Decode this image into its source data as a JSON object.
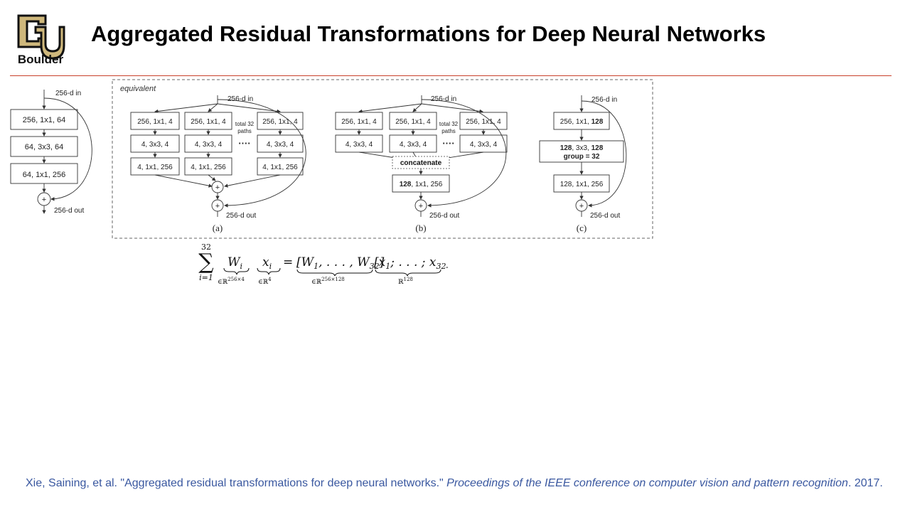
{
  "header": {
    "title": "Aggregated Residual Transformations for Deep Neural Networks",
    "logo_text": "Boulder",
    "logo_icon": "cu-logo",
    "rule_color": "#c9402a"
  },
  "figure": {
    "equivalent_label": "equivalent",
    "left_block": {
      "in_label": "256-d in",
      "layers": [
        "256, 1x1, 64",
        "64, 3x3, 64",
        "64, 1x1, 256"
      ],
      "out_label": "256-d out",
      "plus": "+"
    },
    "panel_a": {
      "in_label": "256-d in",
      "path_layers": [
        "256, 1x1, 4",
        "4, 3x3, 4",
        "4, 1x1, 256"
      ],
      "total_paths": [
        "total 32",
        "paths"
      ],
      "dots": "····",
      "out_label": "256-d out",
      "caption": "(a)",
      "plus": "+"
    },
    "panel_b": {
      "in_label": "256-d in",
      "path_layers": [
        "256, 1x1, 4",
        "4, 3x3, 4"
      ],
      "total_paths": [
        "total 32",
        "paths"
      ],
      "dots": "····",
      "concat_label": "concatenate",
      "final_bold": "128",
      "final_rest": ", 1x1, 256",
      "out_label": "256-d out",
      "caption": "(b)",
      "plus": "+"
    },
    "panel_c": {
      "in_label": "256-d in",
      "layer1_prefix": "256, 1x1, ",
      "layer1_bold": "128",
      "layer2_bold_a": "128",
      "layer2_mid": ", 3x3, ",
      "layer2_bold_b": "128",
      "layer2_line2": "group = 32",
      "layer3": "128, 1x1, 256",
      "out_label": "256-d out",
      "caption": "(c)",
      "plus": "+"
    }
  },
  "equation": {
    "sum_top": "32",
    "sum_sign": "∑",
    "sum_bottom": "i=1",
    "w": "W",
    "w_sub": "i",
    "w_under": "∈ℝ",
    "w_under_sup": "256×4",
    "x": "x",
    "x_sub": "i",
    "x_under": "∈ℝ",
    "x_under_sup": "4",
    "equals": "=",
    "matrix": "[W",
    "matrix_sub1": "1",
    "matrix_mid": ", . . . , W",
    "matrix_sub2": "32",
    "matrix_close": "]",
    "matrix_under": "∈ℝ",
    "matrix_under_sup": "256×128",
    "vec": "[x",
    "vec_sub1": "1",
    "vec_mid": "; . . . ; x",
    "vec_sub2": "32",
    "vec_close": "]",
    "vec_under": "ℝ",
    "vec_under_sup": "128"
  },
  "citation": {
    "plain": "Xie, Saining, et al. \"Aggregated residual transformations for deep neural networks.\" ",
    "italic": "Proceedings of the IEEE conference on computer vision and pattern recognition",
    "tail": ". 2017."
  }
}
